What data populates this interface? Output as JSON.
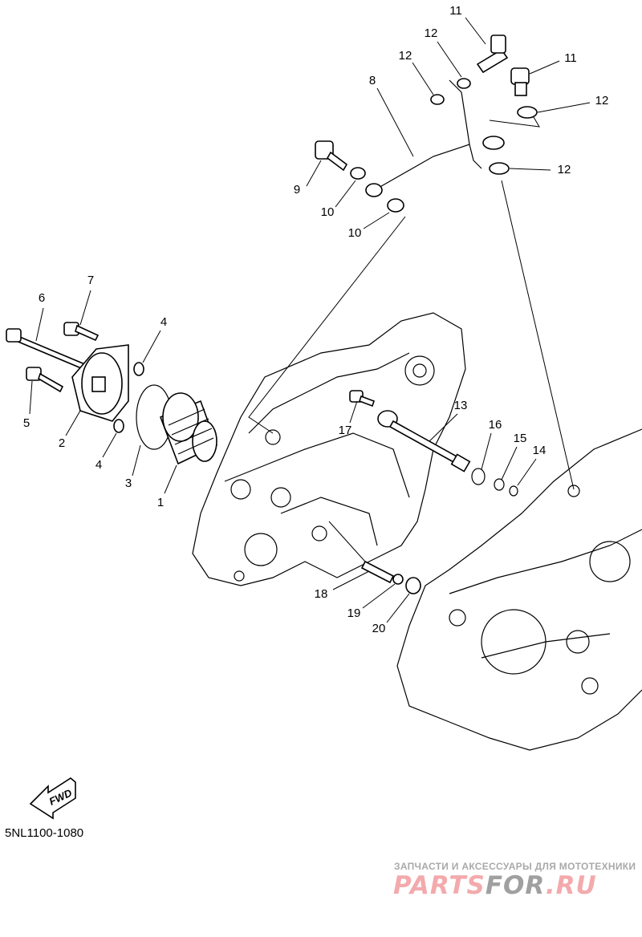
{
  "diagram": {
    "callouts": [
      "11",
      "12",
      "12",
      "11",
      "12",
      "8",
      "12",
      "9",
      "10",
      "10",
      "7",
      "6",
      "4",
      "5",
      "2",
      "4",
      "3",
      "1",
      "17",
      "13",
      "16",
      "15",
      "14",
      "18",
      "19",
      "20"
    ],
    "fwd_label": "FWD",
    "part_code": "5NL1100-1080"
  },
  "watermark": {
    "tagline": "ЗАПЧАСТИ И АКСЕССУАРЫ ДЛЯ МОТОТЕХНИКИ",
    "logo_part1": "PARTS",
    "logo_part2": "FOR",
    "logo_part3": ".RU",
    "colors": {
      "red": "#f3aaad",
      "grey": "#a0a0a0"
    }
  }
}
